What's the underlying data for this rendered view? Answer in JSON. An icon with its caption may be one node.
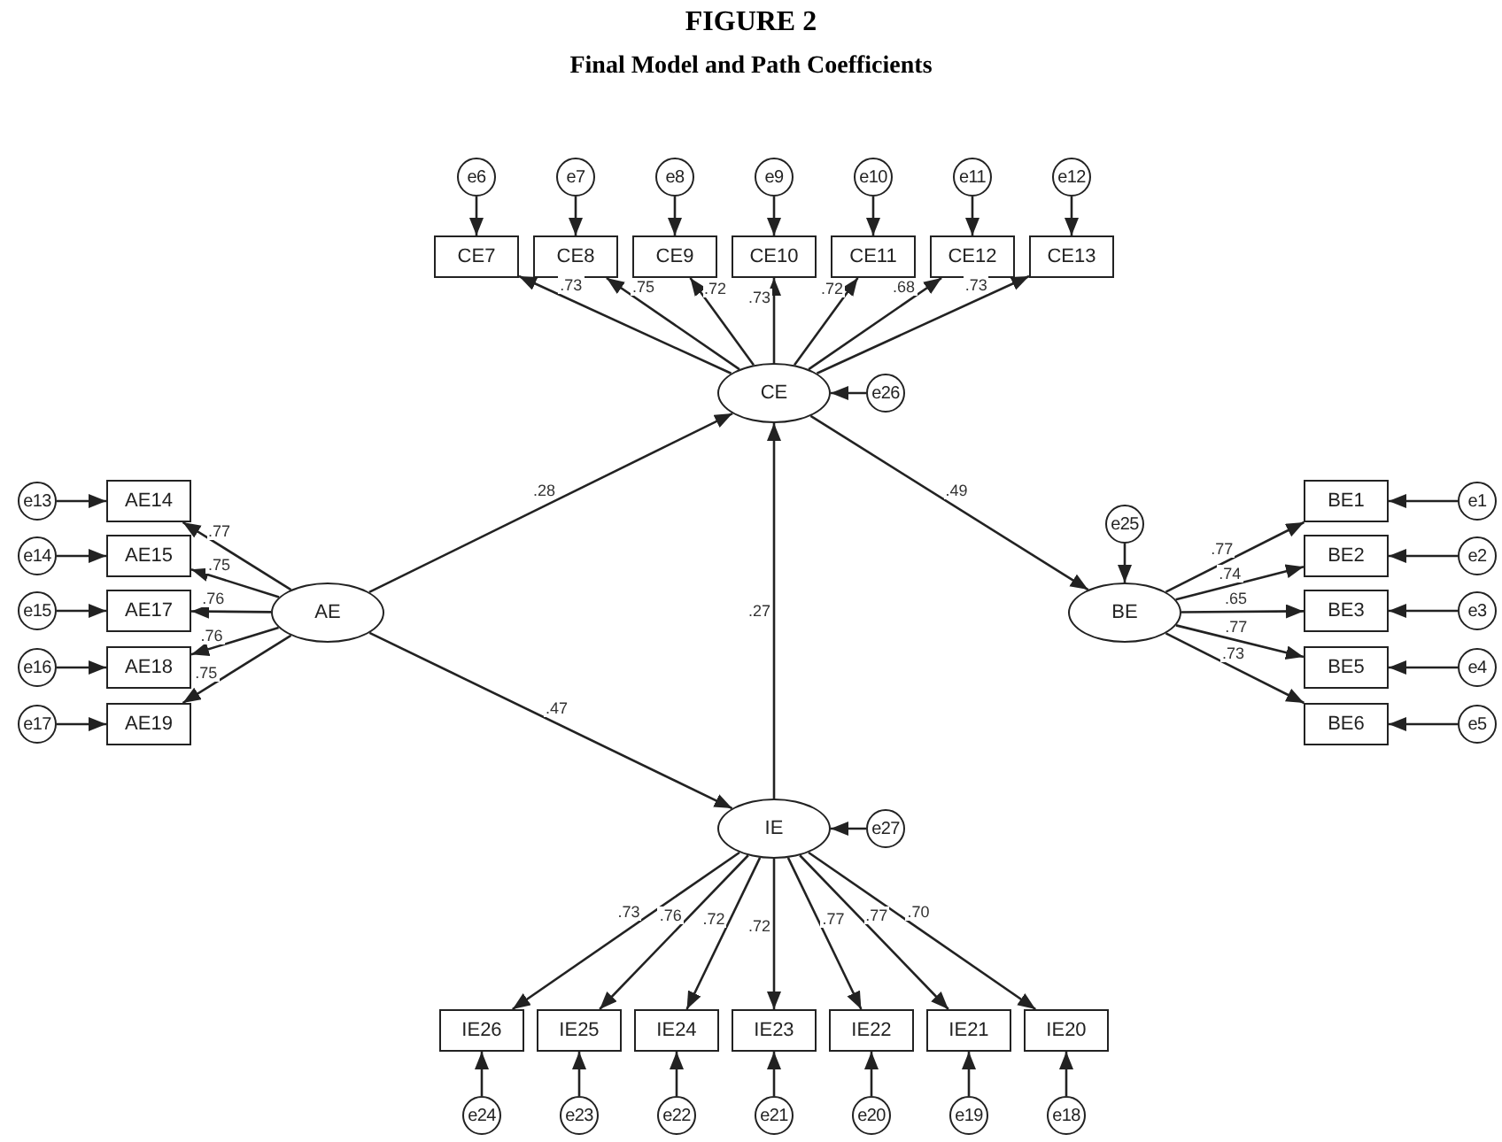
{
  "diagram": {
    "title": "FIGURE 2",
    "caption": "Final Model and Path Coefficients",
    "nodes": [
      {
        "text": [
          "e6"
        ]
      },
      {
        "text": [
          "e7"
        ]
      },
      {
        "text": [
          "e8"
        ]
      },
      {
        "text": [
          "e9"
        ]
      },
      {
        "text": [
          "e10"
        ]
      },
      {
        "text": [
          "e11"
        ]
      },
      {
        "text": [
          "e12"
        ]
      },
      {
        "text": [
          "CE7"
        ]
      },
      {
        "text": [
          "CE8"
        ]
      },
      {
        "text": [
          "CE9"
        ]
      },
      {
        "text": [
          "CE10"
        ]
      },
      {
        "text": [
          "CE11"
        ]
      },
      {
        "text": [
          "CE12"
        ]
      },
      {
        "text": [
          "CE13"
        ]
      },
      {
        "text": [
          "CE"
        ]
      },
      {
        "text": [
          "e26"
        ]
      },
      {
        "text": [
          "e13"
        ]
      },
      {
        "text": [
          "e14"
        ]
      },
      {
        "text": [
          "e15"
        ]
      },
      {
        "text": [
          "e16"
        ]
      },
      {
        "text": [
          "e17"
        ]
      },
      {
        "text": [
          "AE14"
        ]
      },
      {
        "text": [
          "AE15"
        ]
      },
      {
        "text": [
          "AE17"
        ]
      },
      {
        "text": [
          "AE18"
        ]
      },
      {
        "text": [
          "AE19"
        ]
      },
      {
        "text": [
          "AE"
        ]
      },
      {
        "text": [
          "e25"
        ]
      },
      {
        "text": [
          "BE"
        ]
      },
      {
        "text": [
          "BE1"
        ]
      },
      {
        "text": [
          "BE2"
        ]
      },
      {
        "text": [
          "BE3"
        ]
      },
      {
        "text": [
          "BE5"
        ]
      },
      {
        "text": [
          "BE6"
        ]
      },
      {
        "text": [
          "e1"
        ]
      },
      {
        "text": [
          "e2"
        ]
      },
      {
        "text": [
          "e3"
        ]
      },
      {
        "text": [
          "e4"
        ]
      },
      {
        "text": [
          "e5"
        ]
      },
      {
        "text": [
          "IE"
        ]
      },
      {
        "text": [
          "e27"
        ]
      },
      {
        "text": [
          "IE26"
        ]
      },
      {
        "text": [
          "IE25"
        ]
      },
      {
        "text": [
          "IE24"
        ]
      },
      {
        "text": [
          "IE23"
        ]
      },
      {
        "text": [
          "IE22"
        ]
      },
      {
        "text": [
          "IE21"
        ]
      },
      {
        "text": [
          "IE20"
        ]
      },
      {
        "text": [
          "e24"
        ]
      },
      {
        "text": [
          "e23"
        ]
      },
      {
        "text": [
          "e22"
        ]
      },
      {
        "text": [
          "e21"
        ]
      },
      {
        "text": [
          "e20"
        ]
      },
      {
        "text": [
          "e19"
        ]
      },
      {
        "text": [
          "e18"
        ]
      }
    ],
    "edges": [
      {
        "from": 0,
        "to": 7,
        "arrow": "to"
      },
      {
        "from": 1,
        "to": 8,
        "arrow": "to"
      },
      {
        "from": 2,
        "to": 9,
        "arrow": "to"
      },
      {
        "from": 3,
        "to": 10,
        "arrow": "to"
      },
      {
        "from": 4,
        "to": 11,
        "arrow": "to"
      },
      {
        "from": 5,
        "to": 12,
        "arrow": "to"
      },
      {
        "from": 6,
        "to": 13,
        "arrow": "to"
      },
      {
        "from": 14,
        "to": 7,
        "arrow": "to",
        "label": ".73"
      },
      {
        "from": 14,
        "to": 8,
        "arrow": "to",
        "label": ".75"
      },
      {
        "from": 14,
        "to": 9,
        "arrow": "to",
        "label": ".72"
      },
      {
        "from": 14,
        "to": 10,
        "arrow": "to",
        "label": ".73"
      },
      {
        "from": 14,
        "to": 11,
        "arrow": "to",
        "label": ".72"
      },
      {
        "from": 14,
        "to": 12,
        "arrow": "to",
        "label": ".68"
      },
      {
        "from": 14,
        "to": 13,
        "arrow": "to",
        "label": ".73"
      },
      {
        "from": 15,
        "to": 14,
        "arrow": "to"
      },
      {
        "from": 16,
        "to": 21,
        "arrow": "to"
      },
      {
        "from": 17,
        "to": 22,
        "arrow": "to"
      },
      {
        "from": 18,
        "to": 23,
        "arrow": "to"
      },
      {
        "from": 19,
        "to": 24,
        "arrow": "to"
      },
      {
        "from": 20,
        "to": 25,
        "arrow": "to"
      },
      {
        "from": 26,
        "to": 21,
        "arrow": "to",
        "label": ".77"
      },
      {
        "from": 26,
        "to": 22,
        "arrow": "to",
        "label": ".75"
      },
      {
        "from": 26,
        "to": 23,
        "arrow": "to",
        "label": ".76"
      },
      {
        "from": 26,
        "to": 24,
        "arrow": "to",
        "label": ".76"
      },
      {
        "from": 26,
        "to": 25,
        "arrow": "to",
        "label": ".75"
      },
      {
        "from": 26,
        "to": 14,
        "arrow": "to",
        "label": ".28"
      },
      {
        "from": 26,
        "to": 39,
        "arrow": "to",
        "label": ".47"
      },
      {
        "from": 27,
        "to": 28,
        "arrow": "to"
      },
      {
        "from": 14,
        "to": 28,
        "arrow": "to",
        "label": ".49"
      },
      {
        "from": 28,
        "to": 29,
        "arrow": "to",
        "label": ".77"
      },
      {
        "from": 28,
        "to": 30,
        "arrow": "to",
        "label": ".74"
      },
      {
        "from": 28,
        "to": 31,
        "arrow": "to",
        "label": ".65"
      },
      {
        "from": 28,
        "to": 32,
        "arrow": "to",
        "label": ".77"
      },
      {
        "from": 28,
        "to": 33,
        "arrow": "to",
        "label": ".73"
      },
      {
        "from": 34,
        "to": 29,
        "arrow": "to"
      },
      {
        "from": 35,
        "to": 30,
        "arrow": "to"
      },
      {
        "from": 36,
        "to": 31,
        "arrow": "to"
      },
      {
        "from": 37,
        "to": 32,
        "arrow": "to"
      },
      {
        "from": 38,
        "to": 33,
        "arrow": "to"
      },
      {
        "from": 39,
        "to": 14,
        "arrow": "to",
        "label": ".27"
      },
      {
        "from": 40,
        "to": 39,
        "arrow": "to"
      },
      {
        "from": 39,
        "to": 41,
        "arrow": "to",
        "label": ".73"
      },
      {
        "from": 39,
        "to": 42,
        "arrow": "to",
        "label": ".76"
      },
      {
        "from": 39,
        "to": 43,
        "arrow": "to",
        "label": ".72"
      },
      {
        "from": 39,
        "to": 44,
        "arrow": "to",
        "label": ".72"
      },
      {
        "from": 39,
        "to": 45,
        "arrow": "to",
        "label": ".77"
      },
      {
        "from": 39,
        "to": 46,
        "arrow": "to",
        "label": ".77"
      },
      {
        "from": 39,
        "to": 47,
        "arrow": "to",
        "label": ".70"
      },
      {
        "from": 48,
        "to": 41,
        "arrow": "to"
      },
      {
        "from": 49,
        "to": 42,
        "arrow": "to"
      },
      {
        "from": 50,
        "to": 43,
        "arrow": "to"
      },
      {
        "from": 51,
        "to": 44,
        "arrow": "to"
      },
      {
        "from": 52,
        "to": 45,
        "arrow": "to"
      },
      {
        "from": 53,
        "to": 46,
        "arrow": "to"
      },
      {
        "from": 54,
        "to": 47,
        "arrow": "to"
      }
    ]
  }
}
